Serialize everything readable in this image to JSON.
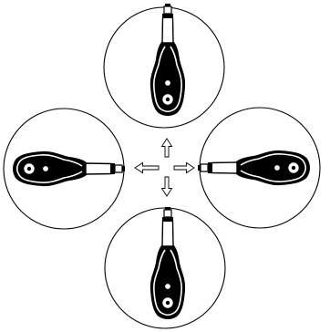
{
  "figure": {
    "views": [
      {
        "id": "top",
        "direction": "up"
      },
      {
        "id": "left",
        "direction": "left"
      },
      {
        "id": "right",
        "direction": "right"
      },
      {
        "id": "bottom",
        "direction": "down"
      }
    ],
    "arrows": [
      {
        "direction": "up"
      },
      {
        "direction": "left"
      },
      {
        "direction": "right"
      },
      {
        "direction": "down"
      }
    ],
    "colors": {
      "line": "#000000",
      "background": "#ffffff"
    }
  }
}
